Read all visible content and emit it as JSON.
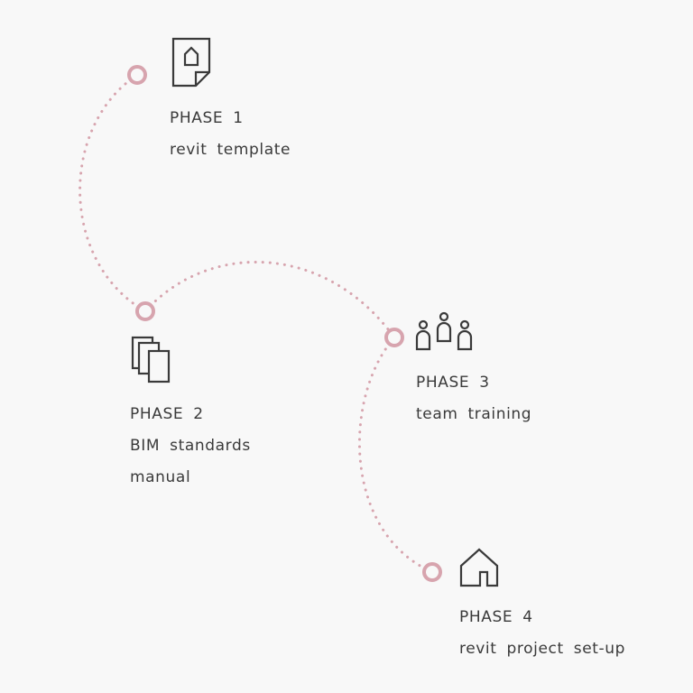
{
  "colors": {
    "background": "#f8f8f8",
    "dots": "#d7a4ae",
    "node": "#d7a4ae",
    "icon": "#3a3a3a",
    "text": "#3a3a3a"
  },
  "phases": [
    {
      "label": "PHASE 1",
      "lines": [
        "revit template"
      ],
      "icon": "house-document-icon"
    },
    {
      "label": "PHASE 2",
      "lines": [
        "BIM standards",
        "manual"
      ],
      "icon": "stacked-documents-icon"
    },
    {
      "label": "PHASE 3",
      "lines": [
        "team training"
      ],
      "icon": "team-people-icon"
    },
    {
      "label": "PHASE 4",
      "lines": [
        "revit project set-up"
      ],
      "icon": "house-outline-icon"
    }
  ]
}
